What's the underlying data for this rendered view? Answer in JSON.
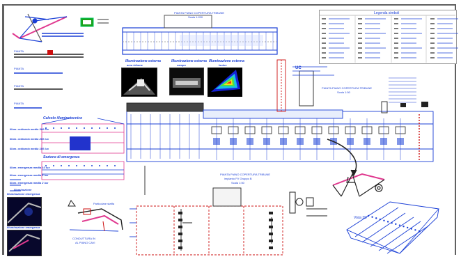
{
  "top_plan": {
    "title": "PIANTA PIANO COPERTURA TRIBUNE",
    "scale": "Scala 1:200"
  },
  "photos": [
    {
      "caption_1": "Illuminazione esterna",
      "caption_2": "area tribune"
    },
    {
      "caption_1": "Illuminazione esterna",
      "caption_2": "campo"
    },
    {
      "caption_1": "Illuminazione esterna",
      "caption_2": "Isolux"
    }
  ],
  "mid_plan": {
    "title": "PIANTA PIANO COPERTURA TRIBUNE",
    "scale": "Scala 1:50",
    "marker": "UC"
  },
  "lower_plan": {
    "title": "PIANTA PIANO COPERTURA TRIBUNE",
    "subtitle": "impianto FV Gruppo B",
    "scale": "Scala 1:50"
  },
  "left_labels": {
    "section_1": "Calcolo illuminotecnico",
    "rows_1": [
      "Illum. ordinaria media 300 lux",
      "Illum. ordinaria media 200 lux",
      "Illum. ordinaria media 100 lux"
    ],
    "section_2": "Sezione di emergenza",
    "rows_2": [
      "Illum. emergenza media 10 lux",
      "Illum. emergenza media 5 lux",
      "Illum. emergenza media 2 lux"
    ],
    "bottom_1": "Illuminazione",
    "bottom_2": "Illuminazione emergenza",
    "bottom_3": "Illuminazione emergenza"
  },
  "detail": {
    "title": "Particolare staffa",
    "note_1": "CONDUTTURA IN",
    "note_2": "AL PIANO CAVI"
  },
  "view_3d": {
    "label": "Vista 3D"
  },
  "legend": {
    "title": "Legenda simboli"
  },
  "colors": {
    "ink": "#1a3fd6",
    "pink": "#e0398f",
    "red": "#cc1010",
    "frame": "#606060"
  }
}
